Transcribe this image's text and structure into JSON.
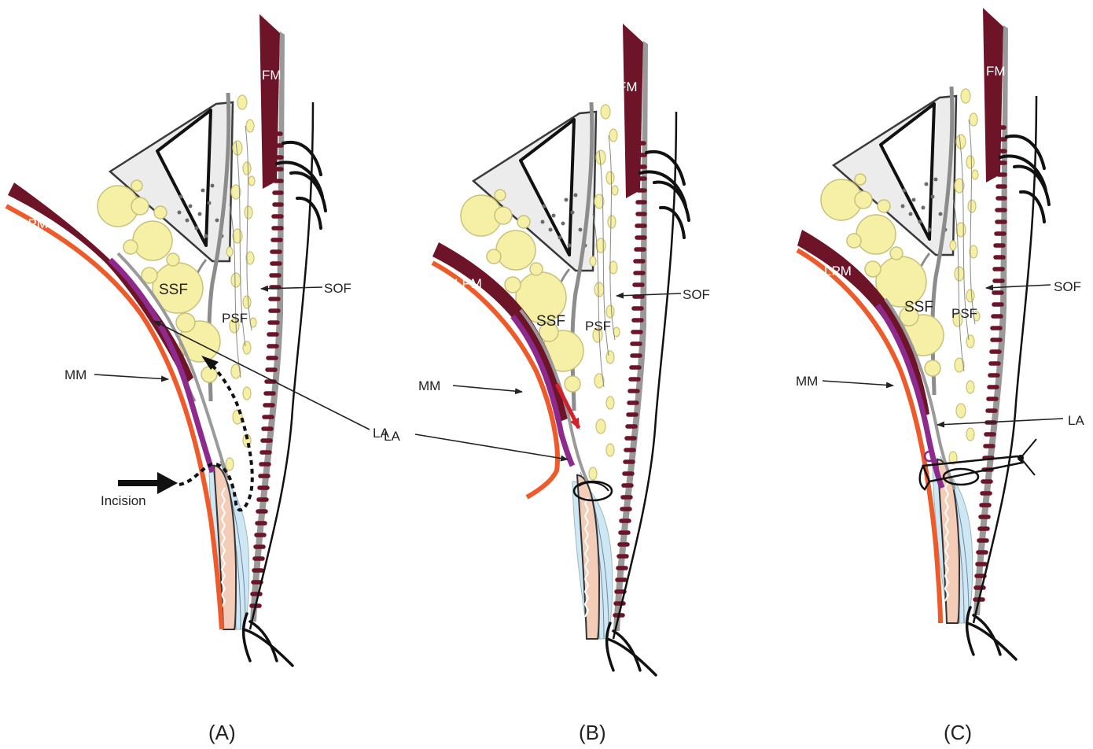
{
  "panels": [
    {
      "id": "A",
      "caption": "(A)",
      "labels": {
        "fm": "FM",
        "lpm": "LPM",
        "ssf": "SSF",
        "psf": "PSF",
        "sof": "SOF",
        "mm": "MM",
        "la": "LA",
        "incision": "Incision"
      }
    },
    {
      "id": "B",
      "caption": "(B)",
      "labels": {
        "fm": "FM",
        "lpm": "LPM",
        "ssf": "SSF",
        "psf": "PSF",
        "sof": "SOF",
        "mm": "MM",
        "la": "LA"
      }
    },
    {
      "id": "C",
      "caption": "(C)",
      "labels": {
        "fm": "FM",
        "lpm": "LPM",
        "ssf": "SSF",
        "psf": "PSF",
        "sof": "SOF",
        "mm": "MM",
        "la": "LA"
      }
    }
  ],
  "colors": {
    "frontalis_muscle": "#6e1428",
    "levator_palpebrae": "#6e1428",
    "orbicularis_outer": "#ef5a2a",
    "muller_muscle": "#8e2a8e",
    "fat_fill": "#f6f0a6",
    "fat_stroke": "#c7c27a",
    "tarsus": "#f3cdb8",
    "aponeurosis_fans": "#cfe6f4",
    "septum_gray": "#8c8c8c",
    "bone_fill": "#ececec",
    "red_arrow": "#d4202a"
  }
}
